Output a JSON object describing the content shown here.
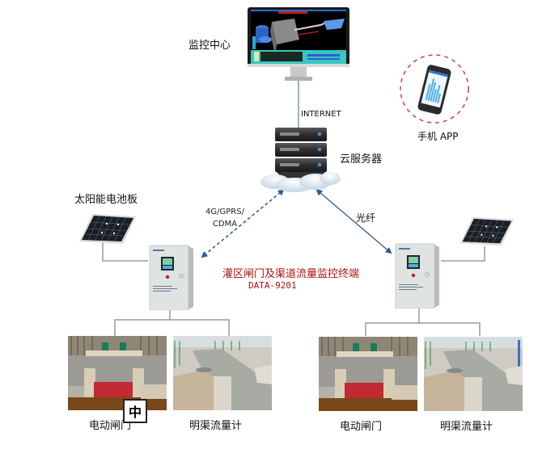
{
  "diagram": {
    "monitor_center": {
      "label": "监控中心"
    },
    "mobile_app": {
      "label": "手机 APP"
    },
    "cloud_server": {
      "label": "云服务器"
    },
    "internet_link": {
      "label": "INTERNET"
    },
    "wireless_link": {
      "label_line1": "4G/GPRS/",
      "label_line2": "CDMA"
    },
    "fiber_link": {
      "label": "光纤"
    },
    "solar_panel": {
      "label": "太阳能电池板"
    },
    "terminal": {
      "title": "灌区闸门及渠道流量监控终端",
      "model": "DATA-9201"
    },
    "sites": [
      {
        "gate_label": "电动闸门",
        "flowmeter_label": "明渠流量计"
      },
      {
        "gate_label": "电动闸门",
        "flowmeter_label": "明渠流量计"
      }
    ],
    "ime_indicator": "中"
  },
  "colors": {
    "title_red": "#b01010",
    "link_blue": "#2e5a99",
    "connector_gray": "#9a9a9a",
    "dashed_circle": "#e03a3a"
  }
}
